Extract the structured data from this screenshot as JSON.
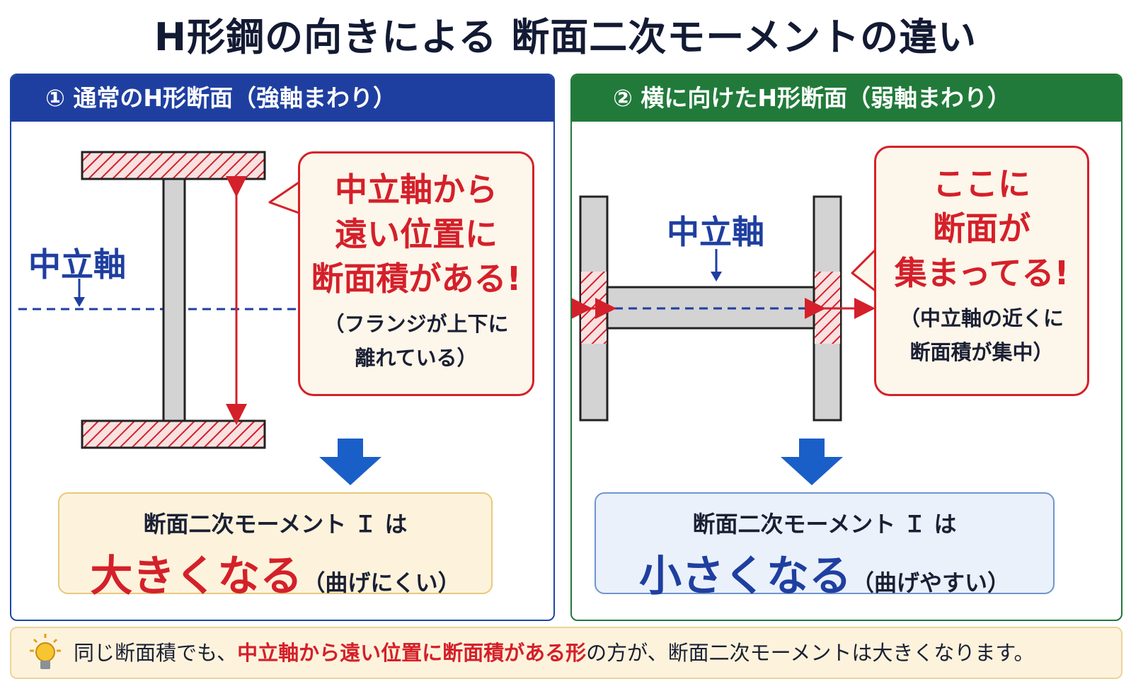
{
  "title": "H形鋼の向きによる 断面二次モーメントの違い",
  "left_panel": {
    "header": "① 通常のH形断面（強軸まわり）",
    "axis_label": "中立軸",
    "bubble_main": [
      "中立軸から",
      "遠い位置に",
      "断面積がある!"
    ],
    "bubble_sub": [
      "（フランジが上下に",
      "離れている）"
    ],
    "result_line1": "断面二次モーメント Ｉ は",
    "result_big": "大きくなる",
    "result_paren": "（曲げにくい）"
  },
  "right_panel": {
    "header": "② 横に向けたH形断面（弱軸まわり）",
    "axis_label": "中立軸",
    "bubble_main": [
      "ここに",
      "断面が",
      "集まってる!"
    ],
    "bubble_sub": [
      "（中立軸の近くに",
      "断面積が集中）"
    ],
    "result_line1": "断面二次モーメント Ｉ は",
    "result_big": "小さくなる",
    "result_paren": "（曲げやすい）"
  },
  "note": {
    "prefix": "同じ断面積でも、",
    "highlight": "中立軸から遠い位置に断面積がある形",
    "suffix": "の方が、断面二次モーメントは大きくなります。"
  },
  "colors": {
    "blue": "#1f3fa0",
    "green": "#217a3a",
    "red": "#d4202a",
    "steel": "#d3d3d3"
  }
}
